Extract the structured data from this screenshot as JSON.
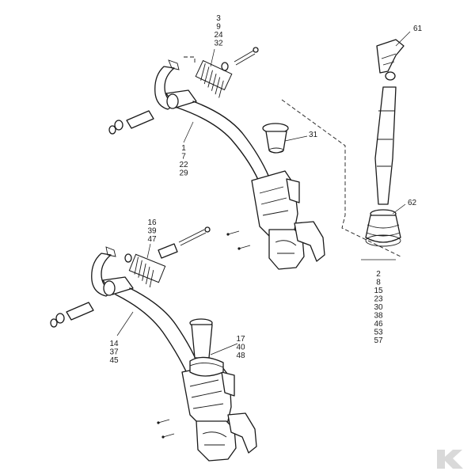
{
  "diagram": {
    "callouts": [
      {
        "id": "c-3-9-24-32",
        "lines": [
          "3",
          "9",
          "24",
          "32"
        ]
      },
      {
        "id": "c-61",
        "lines": [
          "61"
        ]
      },
      {
        "id": "c-31",
        "lines": [
          "31"
        ]
      },
      {
        "id": "c-1-7-22-29",
        "lines": [
          "1",
          "7",
          "22",
          "29"
        ]
      },
      {
        "id": "c-62",
        "lines": [
          "62"
        ]
      },
      {
        "id": "c-16-39-47",
        "lines": [
          "16",
          "39",
          "47"
        ]
      },
      {
        "id": "c-2-57",
        "lines": [
          "2",
          "8",
          "15",
          "23",
          "30",
          "38",
          "46",
          "53",
          "57"
        ]
      },
      {
        "id": "c-14-37-45",
        "lines": [
          "14",
          "37",
          "45"
        ]
      },
      {
        "id": "c-17-40-48",
        "lines": [
          "17",
          "40",
          "48"
        ]
      }
    ],
    "logo_letter": "K",
    "logo_color": "#d9d9d9"
  }
}
